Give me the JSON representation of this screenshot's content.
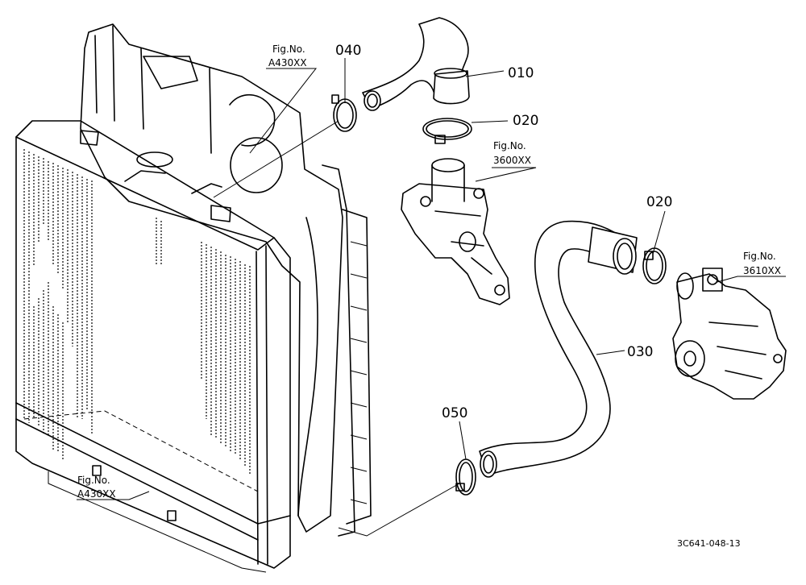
{
  "callouts": {
    "c010": "010",
    "c020_top": "020",
    "c020_right": "020",
    "c030": "030",
    "c040": "040",
    "c050": "050"
  },
  "figure_refs": {
    "top_left": {
      "line1": "Fig.No.",
      "line2": "A430XX"
    },
    "bottom_left": {
      "line1": "Fig.No.",
      "line2": "A430XX"
    },
    "thermostat": {
      "line1": "Fig.No.",
      "line2": "3600XX"
    },
    "water_pump": {
      "line1": "Fig.No.",
      "line2": "3610XX"
    }
  },
  "diagram_code": "3C641-048-13"
}
